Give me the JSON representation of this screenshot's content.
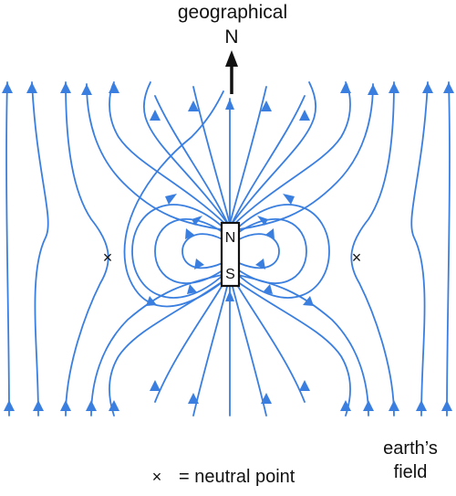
{
  "header": {
    "geographical_label": "geographical",
    "north_label": "N"
  },
  "magnet": {
    "north_pole": "N",
    "south_pole": "S"
  },
  "markers": {
    "neutral_symbol": "×"
  },
  "legend": {
    "symbol": "×",
    "text": "= neutral point"
  },
  "earth_field": {
    "line1": "earth’s",
    "line2": "field"
  },
  "colors": {
    "field_line": "#3a7fe0",
    "magnet_outline": "#111111",
    "north_arrow": "#111111"
  }
}
